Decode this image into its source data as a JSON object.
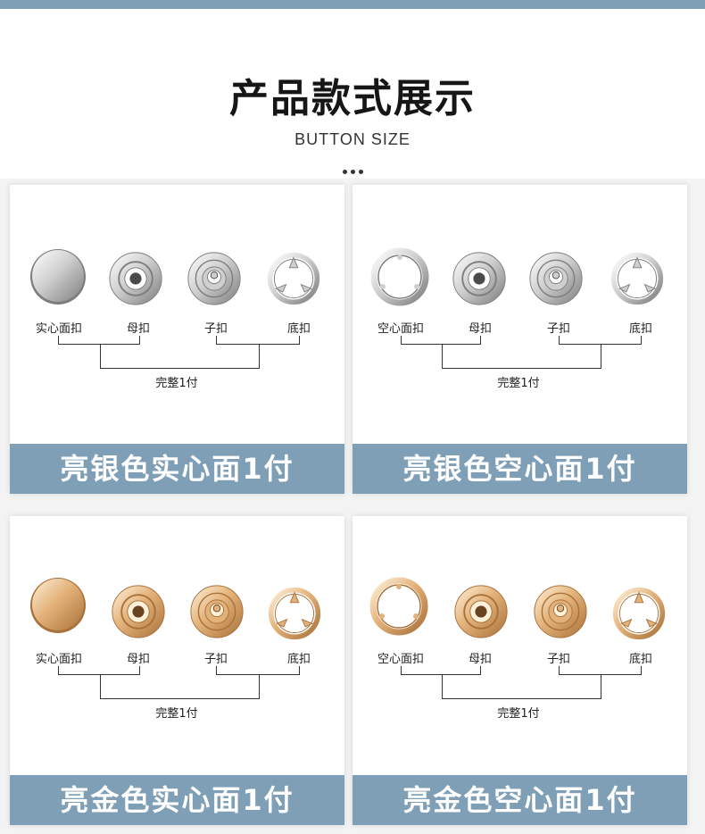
{
  "header": {
    "title": "产品款式展示",
    "subtitle": "BUTTON SIZE"
  },
  "panels": [
    {
      "banner": "亮银色实心面1付",
      "finish": "silver",
      "first_style": "solid",
      "labels": [
        "实心面扣",
        "母扣",
        "子扣",
        "底扣"
      ],
      "full_set": "完整1付"
    },
    {
      "banner": "亮银色空心面1付",
      "finish": "silver",
      "first_style": "hollow",
      "labels": [
        "空心面扣",
        "母扣",
        "子扣",
        "底扣"
      ],
      "full_set": "完整1付"
    },
    {
      "banner": "亮金色实心面1付",
      "finish": "gold",
      "first_style": "solid",
      "labels": [
        "实心面扣",
        "母扣",
        "子扣",
        "底扣"
      ],
      "full_set": "完整1付"
    },
    {
      "banner": "亮金色空心面1付",
      "finish": "gold",
      "first_style": "hollow",
      "labels": [
        "空心面扣",
        "母扣",
        "子扣",
        "底扣"
      ],
      "full_set": "完整1付"
    }
  ],
  "colors": {
    "accent": "#7f9fb6",
    "silver": "#c9c9c9",
    "gold": "#d9a66a"
  }
}
